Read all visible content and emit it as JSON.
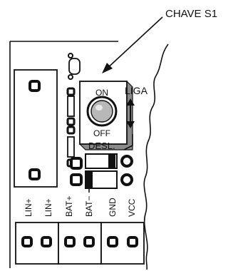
{
  "callout": {
    "label": "CHAVE S1"
  },
  "switch": {
    "on_label": "ON",
    "off_label": "OFF",
    "liga_label": "LIGA",
    "desl_label": "DESL."
  },
  "terminals": {
    "labels": [
      "LIN+",
      "LIN+",
      "BAT+",
      "BAT−",
      "GND",
      "VCC"
    ]
  },
  "colors": {
    "ink": "#111111",
    "background": "#ffffff",
    "switch_grey": "#8a8a8a",
    "knob_grey": "#b8b8b8"
  }
}
